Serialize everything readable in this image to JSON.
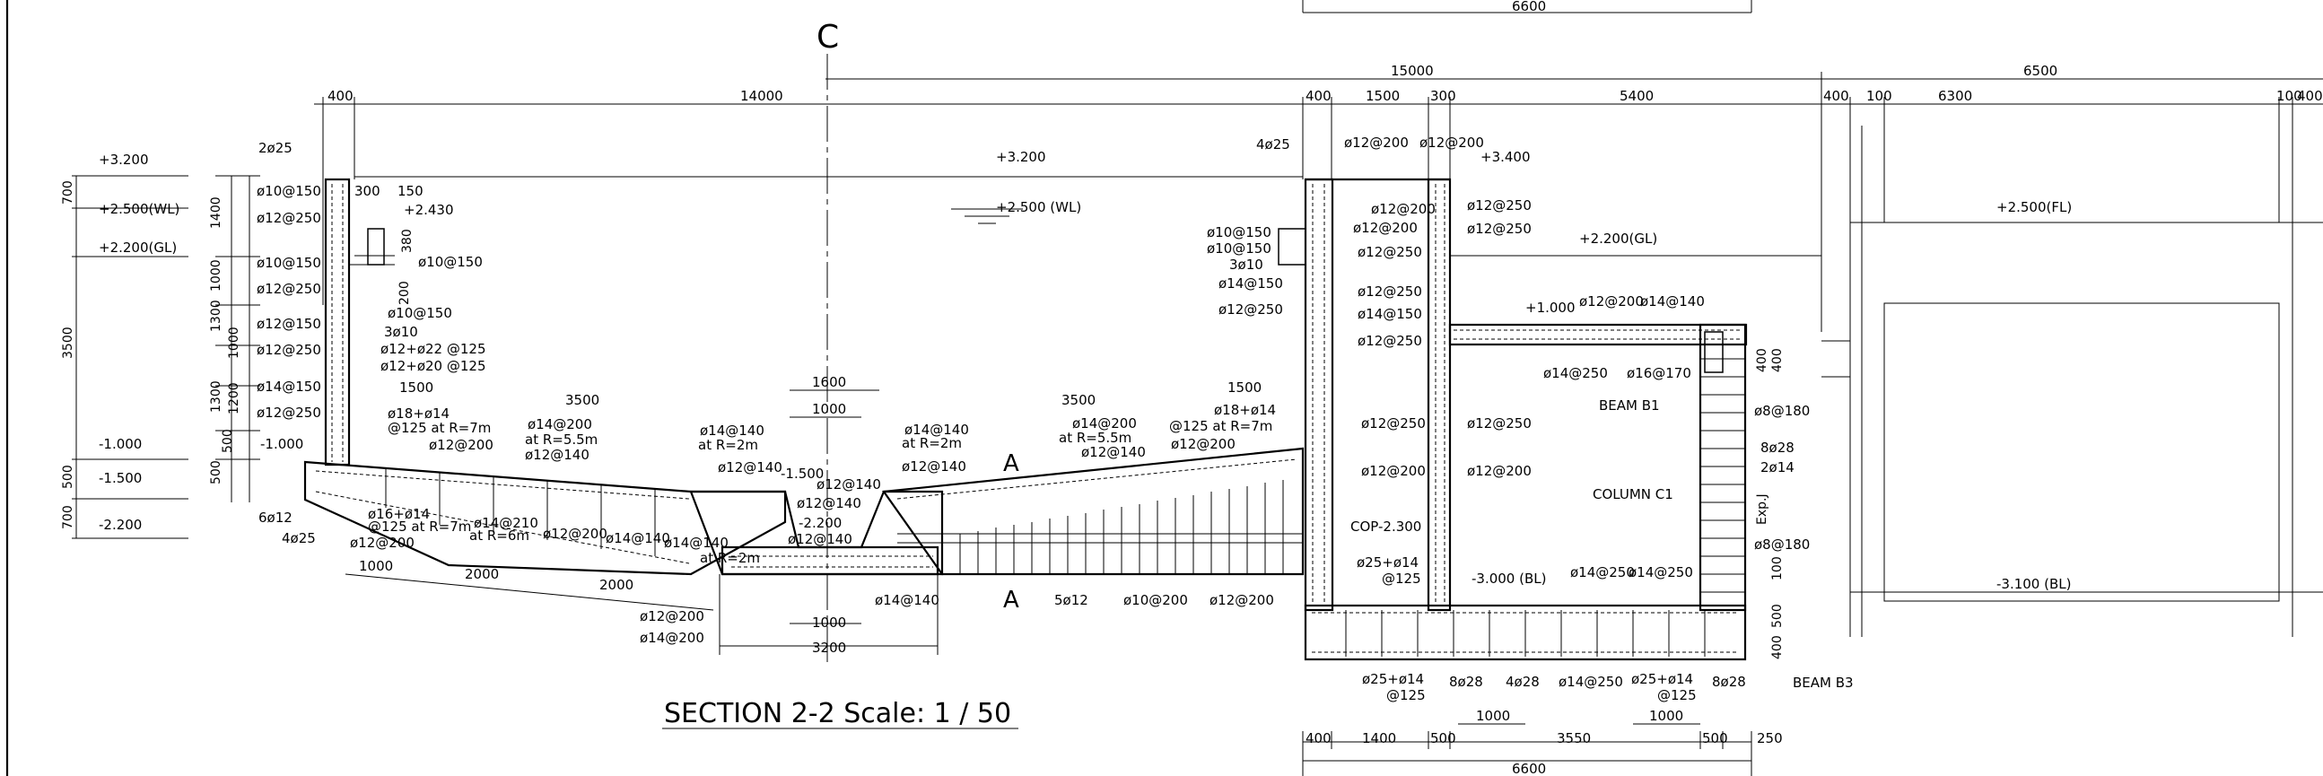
{
  "centerline_symbol": "C",
  "section_title": "SECTION 2-2  Scale:  1 / 50",
  "section_markers": [
    "A",
    "A"
  ],
  "top_dimensions": [
    "6600",
    "15000",
    "6500",
    "400",
    "14000",
    "400",
    "1500",
    "300",
    "5400",
    "400",
    "100",
    "6300",
    "100",
    "400"
  ],
  "level_marks": [
    "+3.200",
    "+2.500(WL)",
    "+2.200(GL)",
    "-1.000",
    "-1.500",
    "-2.200",
    "-1.000",
    "+3.200",
    "+2.500 (WL)",
    "+2.430",
    "+3.400",
    "+2.200(GL)",
    "+1.000",
    "+2.500(FL)",
    "-1.500",
    "-2.200",
    "-3.000 (BL)",
    "-3.100 (BL)",
    "COP-2.300"
  ],
  "left_vertical_dims": [
    "700",
    "3500",
    "500",
    "700",
    "1400",
    "1000",
    "1300",
    "1000",
    "1300",
    "1200",
    "500",
    "500"
  ],
  "left_wall_notes": [
    "2ø25",
    "ø10@150",
    "ø12@250",
    "ø10@150",
    "ø12@250",
    "ø12@150",
    "ø12@250",
    "ø14@150",
    "ø12@250",
    "6ø12",
    "4ø25",
    "300",
    "150",
    "380",
    "200",
    "ø10@150",
    "ø10@150",
    "3ø10",
    "ø12+ø22  @125",
    "ø12+ø20  @125",
    "1500"
  ],
  "left_slab_notes": [
    "ø18+ø14",
    "@125  at R=7m",
    "ø12@200",
    "3500",
    "ø14@200",
    "at R=5.5m",
    "ø12@140",
    "ø14@140",
    "at R=2m",
    "ø12@140",
    "ø16+ø14",
    "@125  at R=7m",
    "ø12@200",
    "ø14@210",
    "at R=6m",
    "ø12@200",
    "ø14@140",
    "ø14@140",
    "at R=2m",
    "1000",
    "2000",
    "2000",
    "ø12@200",
    "ø14@200"
  ],
  "center_notes": [
    "1600",
    "1000",
    "ø12@140",
    "ø12@140",
    "ø12@140",
    "1000",
    "3200",
    "ø14@140",
    "5ø12",
    "ø10@200",
    "ø12@200"
  ],
  "right_slab_notes": [
    "3500",
    "1500",
    "ø14@140",
    "at R=2m",
    "ø12@140",
    "ø14@200",
    "at R=5.5m",
    "ø12@140",
    "ø18+ø14",
    "@125  at R=7m",
    "ø12@200"
  ],
  "right_structure_notes": [
    "4ø25",
    "ø12@200",
    "ø12@200",
    "ø12@200",
    "ø12@200",
    "ø12@250",
    "ø12@250",
    "ø12@250",
    "ø10@150",
    "ø10@150",
    "3ø10",
    "ø14@150",
    "ø12@250",
    "ø12@250",
    "ø14@150",
    "ø12@250",
    "ø12@200",
    "ø14@140",
    "ø14@250",
    "ø16@170",
    "BEAM B1",
    "ø8@180",
    "8ø28",
    "2ø14",
    "COLUMN C1",
    "Exp.J",
    "ø8@180",
    "ø12@250",
    "ø12@250",
    "ø12@200",
    "ø12@200",
    "ø25+ø14",
    "@125",
    "ø14@250",
    "ø14@250",
    "400",
    "400",
    "100",
    "500",
    "400",
    "BEAM B3"
  ],
  "bottom_notes": [
    "ø25+ø14",
    "@125",
    "8ø28",
    "4ø28",
    "ø14@250",
    "ø25+ø14",
    "@125",
    "8ø28",
    "1000",
    "1000"
  ],
  "bottom_dimensions": [
    "400",
    "1400",
    "500",
    "3550",
    "500",
    "250",
    "6600"
  ]
}
